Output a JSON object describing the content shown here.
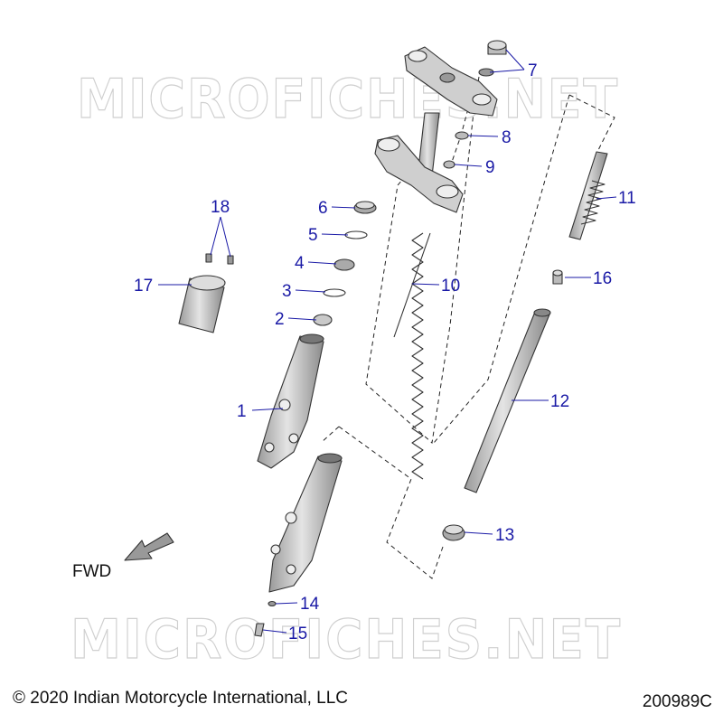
{
  "watermark": {
    "text": "MICROFICHES.NET"
  },
  "direction": {
    "label": "FWD"
  },
  "footer": {
    "copyright": "© 2020 Indian Motorcycle International, LLC",
    "reference": "200989C"
  },
  "callouts": [
    "1",
    "2",
    "3",
    "4",
    "5",
    "6",
    "7",
    "8",
    "9",
    "10",
    "11",
    "12",
    "13",
    "14",
    "15",
    "16",
    "17",
    "18"
  ],
  "colors": {
    "callout": "#1a1aa6",
    "part_fill": "#c8c8c8",
    "part_stroke": "#333333"
  }
}
